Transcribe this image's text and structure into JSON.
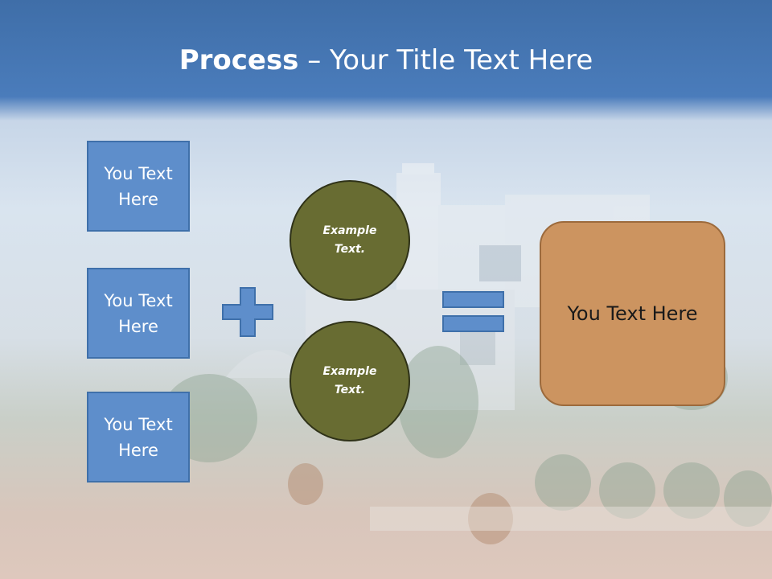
{
  "title": {
    "bold": "Process",
    "rest": " – Your Title Text Here"
  },
  "left_boxes": [
    {
      "line1": "You Text",
      "line2": "Here"
    },
    {
      "line1": "You Text",
      "line2": "Here"
    },
    {
      "line1": "You Text",
      "line2": "Here"
    }
  ],
  "circles": [
    {
      "line1": "Example",
      "line2": "Text."
    },
    {
      "line1": "Example",
      "line2": "Text."
    }
  ],
  "result_box": {
    "label": "You Text Here"
  },
  "colors": {
    "box_fill": "#5e8ecb",
    "circle_fill": "#686c32",
    "result_fill": "#cc9460"
  }
}
